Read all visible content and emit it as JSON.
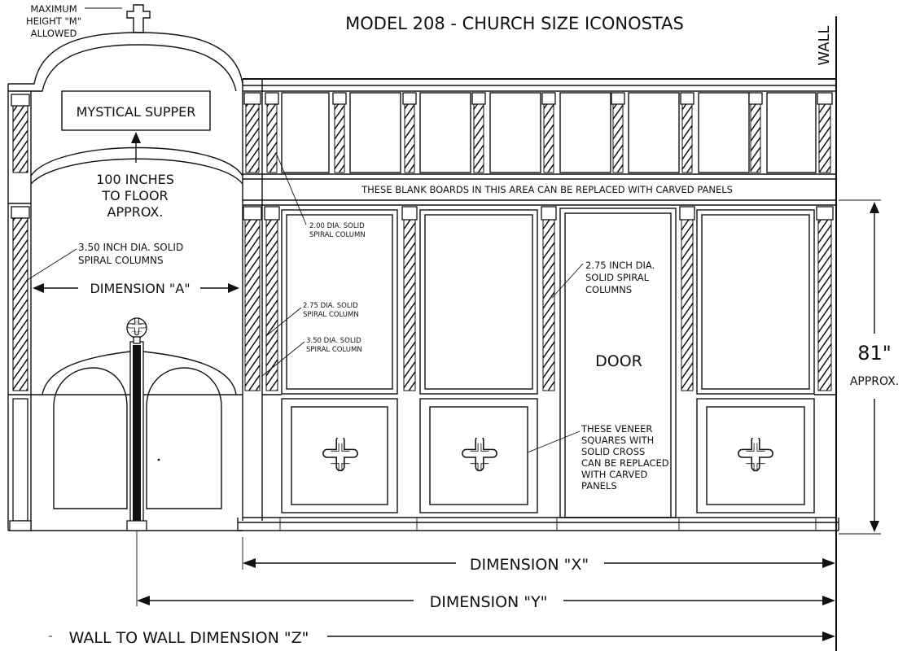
{
  "title": "MODEL 208 - CHURCH SIZE ICONOSTAS",
  "wall_label": "WALL",
  "max_height": [
    "MAXIMUM",
    "HEIGHT \"M\"",
    "ALLOWED"
  ],
  "mystical_supper": "MYSTICAL SUPPER",
  "height_to_floor": [
    "100 INCHES",
    "TO FLOOR",
    "APPROX."
  ],
  "blank_boards_note": "THESE BLANK BOARDS IN THIS AREA CAN BE REPLACED WITH CARVED PANELS",
  "spiral_350_left": [
    "3.50 INCH DIA. SOLID",
    "SPIRAL COLUMNS"
  ],
  "dimension_a": "DIMENSION \"A\"",
  "col_200": [
    "2.00 DIA. SOLID",
    "SPIRAL COLUMN"
  ],
  "col_275_small": [
    "2.75 DIA. SOLID",
    "SPIRAL COLUMN"
  ],
  "col_350_small": [
    "3.50 DIA. SOLID",
    "SPIRAL COLUMN"
  ],
  "col_275_right": [
    "2.75 INCH DIA.",
    "SOLID SPIRAL",
    "COLUMNS"
  ],
  "door_label": "DOOR",
  "veneer_note": [
    "THESE VENEER",
    "SQUARES WITH",
    "SOLID CROSS",
    "CAN BE REPLACED",
    "WITH CARVED",
    "PANELS"
  ],
  "height_81": "81\"",
  "height_81_approx": "APPROX.",
  "dimension_x": "DIMENSION \"X\"",
  "dimension_y": "DIMENSION \"Y\"",
  "dimension_z": "WALL TO WALL DIMENSION \"Z\""
}
